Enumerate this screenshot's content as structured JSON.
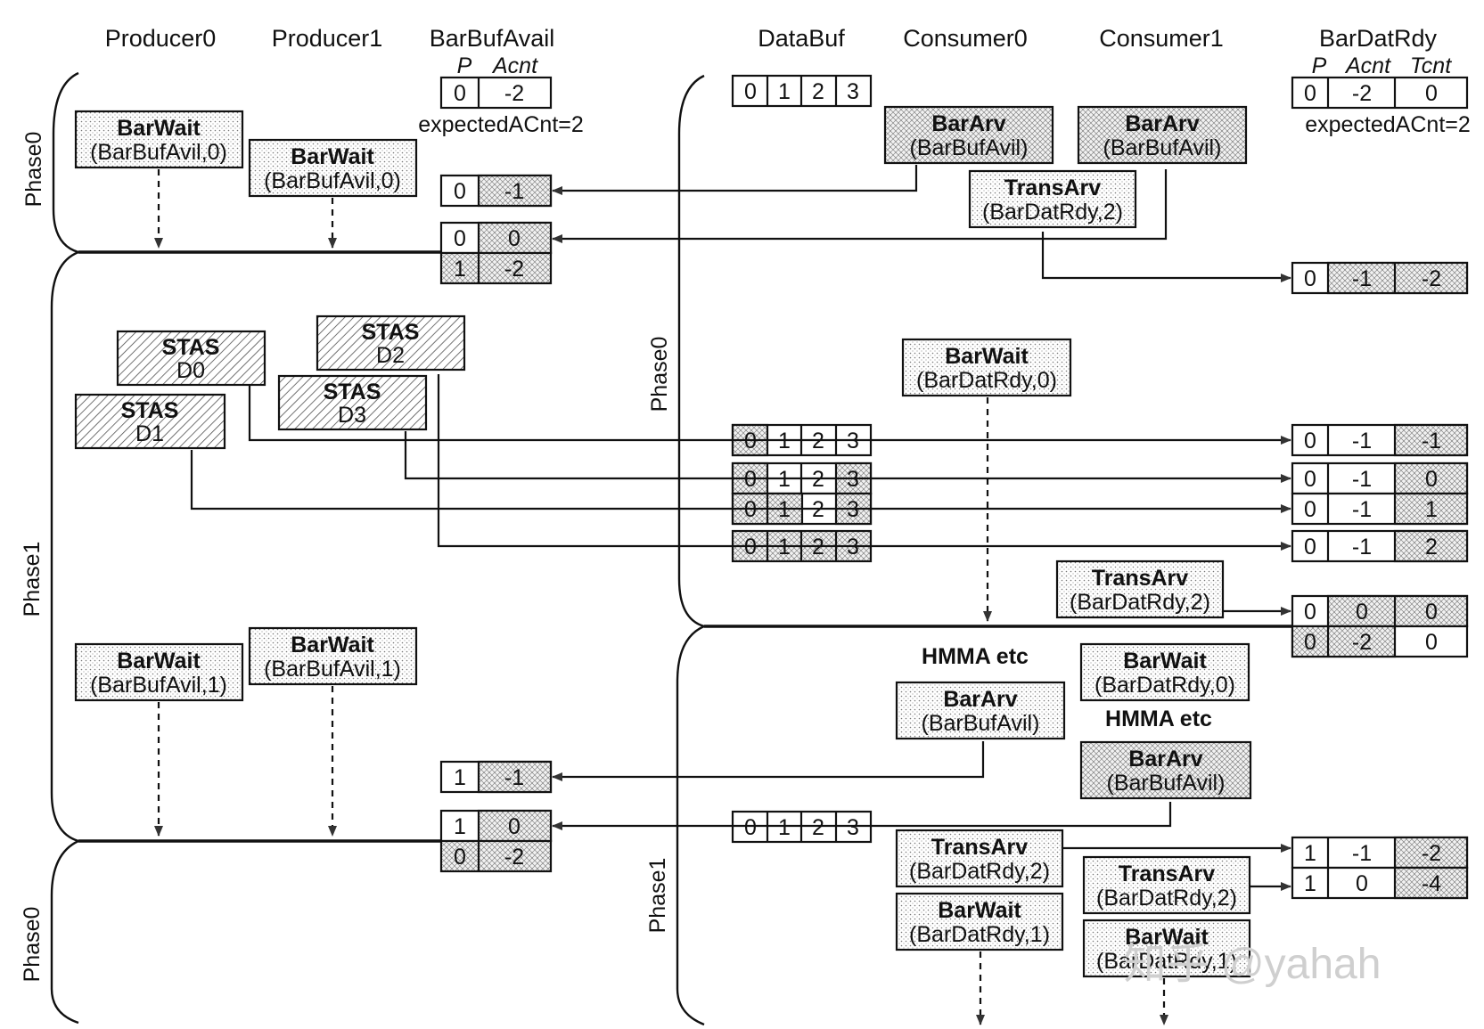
{
  "columns": {
    "producer0": "Producer0",
    "producer1": "Producer1",
    "barbufavail": "BarBufAvail",
    "databuf": "DataBuf",
    "consumer0": "Consumer0",
    "consumer1": "Consumer1",
    "bardatrdy": "BarDatRdy"
  },
  "subheaders": {
    "p": "P",
    "acnt": "Acnt",
    "tcnt": "Tcnt"
  },
  "notes": {
    "expected_left": "expectedACnt=2",
    "expected_right": "expectedACnt=2",
    "hmma1": "HMMA etc",
    "hmma2": "HMMA etc"
  },
  "phases": {
    "left_top": "Phase0",
    "left_mid": "Phase1",
    "left_bottom": "Phase0",
    "right_top": "Phase0",
    "right_bottom": "Phase1"
  },
  "watermark": "知乎 @yahah",
  "boxes": {
    "p0_wait0": {
      "title": "BarWait",
      "sub": "(BarBufAvil,0)"
    },
    "p1_wait0": {
      "title": "BarWait",
      "sub": "(BarBufAvil,0)"
    },
    "c0_arv0": {
      "title": "BarArv",
      "sub": "(BarBufAvil)"
    },
    "c1_arv0": {
      "title": "BarArv",
      "sub": "(BarBufAvil)"
    },
    "trans0": {
      "title": "TransArv",
      "sub": "(BarDatRdy,2)"
    },
    "stas_d0": {
      "title": "STAS",
      "sub": "D0"
    },
    "stas_d1": {
      "title": "STAS",
      "sub": "D1"
    },
    "stas_d2": {
      "title": "STAS",
      "sub": "D2"
    },
    "stas_d3": {
      "title": "STAS",
      "sub": "D3"
    },
    "c0_wait_rdy0": {
      "title": "BarWait",
      "sub": "(BarDatRdy,0)"
    },
    "trans1": {
      "title": "TransArv",
      "sub": "(BarDatRdy,2)"
    },
    "p0_wait1": {
      "title": "BarWait",
      "sub": "(BarBufAvil,1)"
    },
    "p1_wait1": {
      "title": "BarWait",
      "sub": "(BarBufAvil,1)"
    },
    "c1_wait_rdy0": {
      "title": "BarWait",
      "sub": "(BarDatRdy,0)"
    },
    "c0_arv1": {
      "title": "BarArv",
      "sub": "(BarBufAvil)"
    },
    "c1_arv1": {
      "title": "BarArv",
      "sub": "(BarBufAvil)"
    },
    "c0_trans2": {
      "title": "TransArv",
      "sub": "(BarDatRdy,2)"
    },
    "c0_wait_rdy1": {
      "title": "BarWait",
      "sub": "(BarDatRdy,1)"
    },
    "c1_trans2": {
      "title": "TransArv",
      "sub": "(BarDatRdy,2)"
    },
    "c1_wait_rdy1": {
      "title": "BarWait",
      "sub": "(BarDatRdy,1)"
    }
  },
  "left_regs": {
    "r0": [
      "0",
      "-2"
    ],
    "r1": [
      "0",
      "-1"
    ],
    "r2": [
      "0",
      "0"
    ],
    "r3": [
      "1",
      "-2"
    ],
    "r4": [
      "1",
      "-1"
    ],
    "r5": [
      "1",
      "0"
    ],
    "r6": [
      "0",
      "-2"
    ]
  },
  "right_regs": {
    "s0": [
      "0",
      "-2",
      "0"
    ],
    "s1": [
      "0",
      "-1",
      "-2"
    ],
    "s2": [
      "0",
      "-1",
      "-1"
    ],
    "s3": [
      "0",
      "-1",
      "0"
    ],
    "s4": [
      "0",
      "-1",
      "1"
    ],
    "s5": [
      "0",
      "-1",
      "2"
    ],
    "s6": [
      "0",
      "0",
      "0"
    ],
    "s7": [
      "0",
      "-2",
      "0"
    ],
    "s8": [
      "1",
      "-1",
      "-2"
    ],
    "s9": [
      "1",
      "0",
      "-4"
    ]
  },
  "databuf_cells": [
    "0",
    "1",
    "2",
    "3"
  ]
}
